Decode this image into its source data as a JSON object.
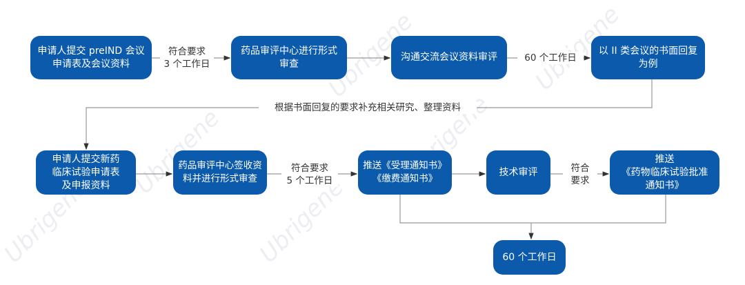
{
  "watermark": "Ubrigene",
  "colors": {
    "box": "#0b5aab",
    "line": "#999999"
  },
  "row1": {
    "box1": "申请人提交 preIND 会议\n申请表及会议资料",
    "edge1": "符合要求\n3 个工作日",
    "box2": "药品审评中心进行形式\n审查",
    "box3": "沟通交流会议资料审评",
    "edge3": "60 个工作日",
    "box4": "以 II 类会议的书面回复\n为例"
  },
  "feedback_label": "根据书面回复的要求补充相关研究、整理资料",
  "row2": {
    "box5": "申请人提交新药\n临床试验申请表\n及申报资料",
    "box6": "药品审评中心签收资\n料并进行形式审查",
    "edge6": "符合要求\n5 个工作日",
    "box7": "推送《受理通知书》\n《缴费通知书》",
    "box8": "技术审评",
    "edge8": "符合\n要求",
    "box9": "推送\n《药物临床试验批准\n通知书》",
    "box10": "60 个工作日"
  }
}
